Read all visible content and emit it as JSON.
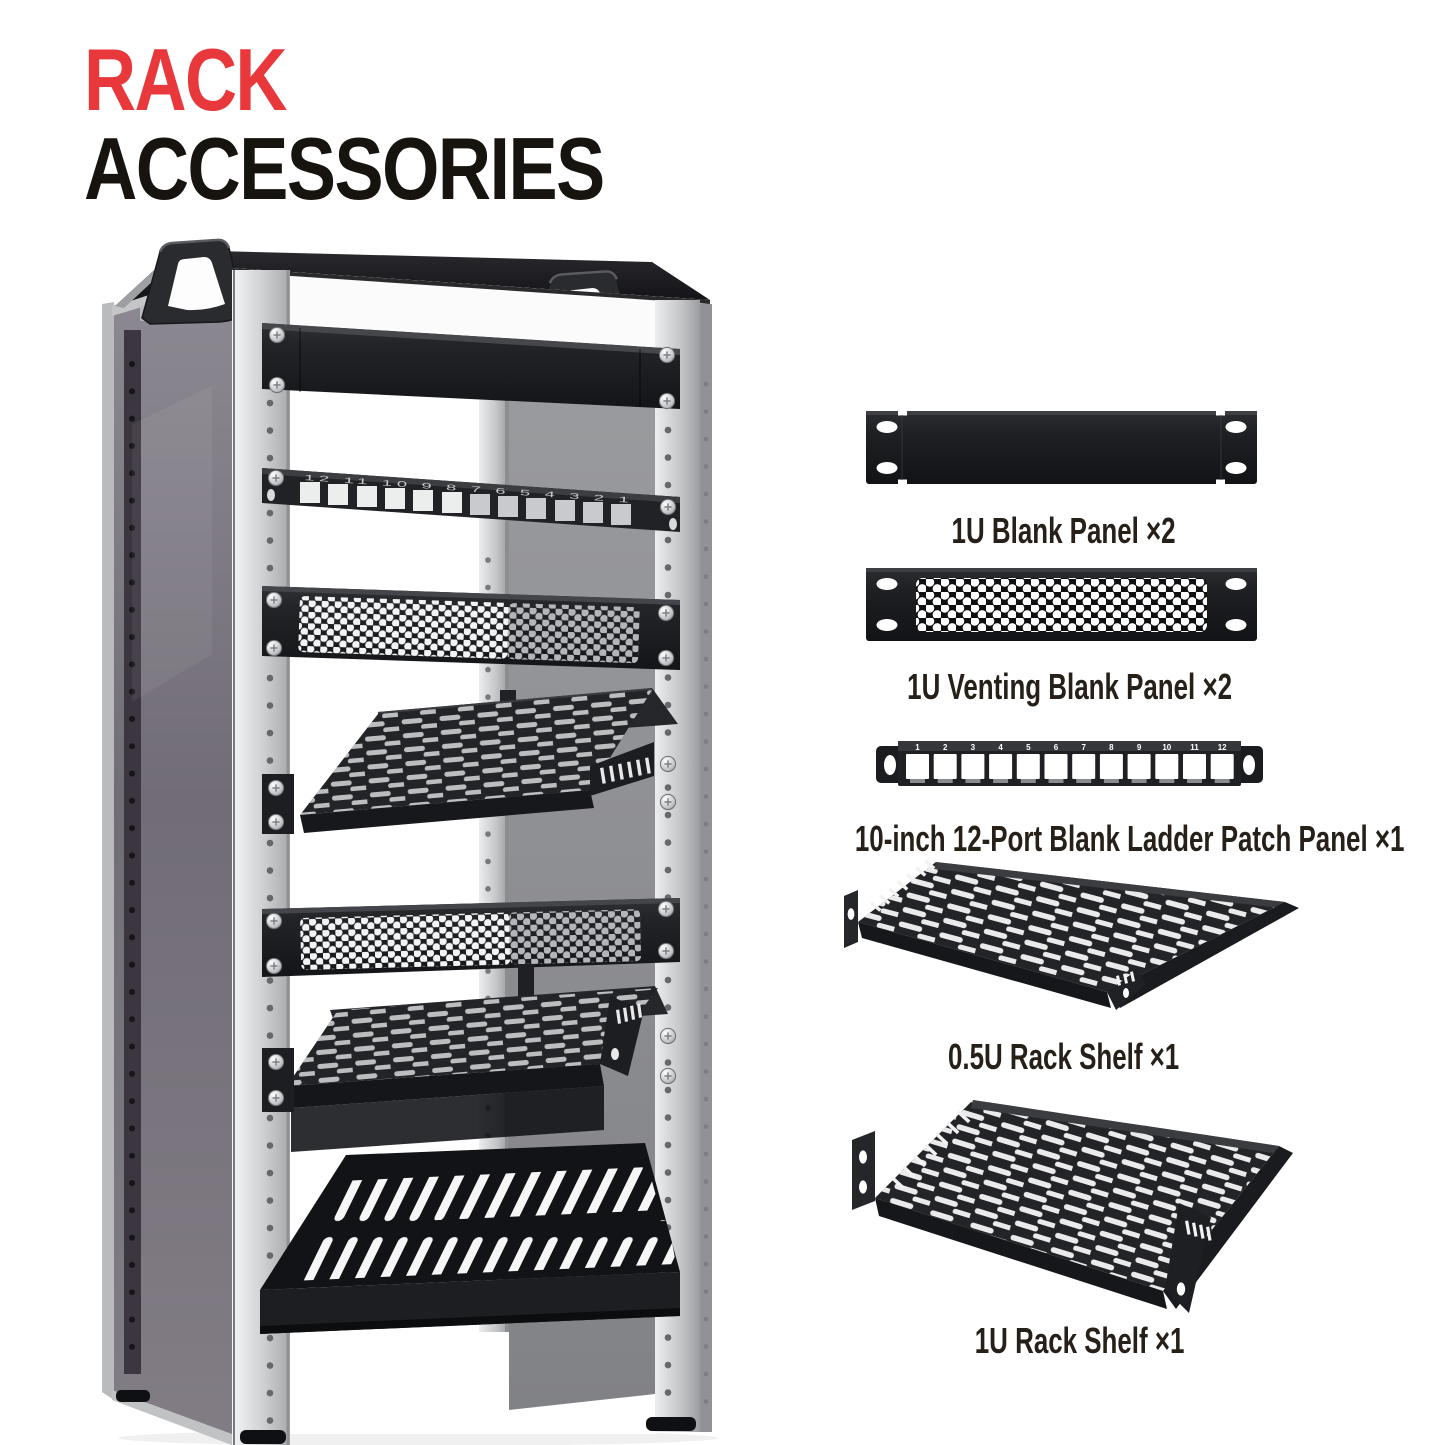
{
  "title": {
    "line1": "RACK",
    "line2": "ACCESSORIES"
  },
  "colors": {
    "accent_red": "#e8383c",
    "text_dark": "#17140f",
    "panel_black": "#1d1e21",
    "frame_silver": "#c9cbcd"
  },
  "rack": {
    "patch_panel_numbers": "12  11  10  9  8  7  6  5  4  3  2  1"
  },
  "accessories": [
    {
      "id": "blank-panel",
      "label": "1U Blank Panel ×2"
    },
    {
      "id": "venting-blank-panel",
      "label": "1U Venting Blank Panel ×2"
    },
    {
      "id": "patch-panel",
      "label": "10-inch 12-Port Blank Ladder Patch Panel ×1",
      "ports": [
        "1",
        "2",
        "3",
        "4",
        "5",
        "6",
        "7",
        "8",
        "9",
        "10",
        "11",
        "12"
      ]
    },
    {
      "id": "rack-shelf-05u",
      "label": "0.5U Rack Shelf ×1"
    },
    {
      "id": "rack-shelf-1u",
      "label": "1U Rack Shelf ×1"
    }
  ]
}
